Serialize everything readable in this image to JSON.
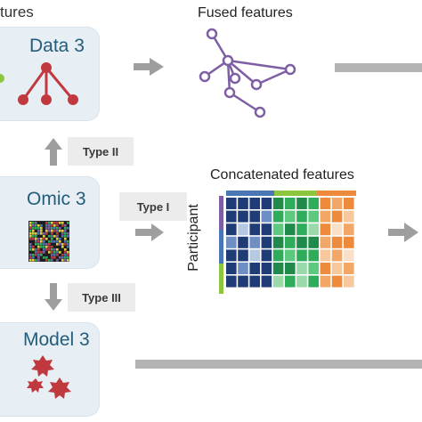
{
  "header_fragment": "tures",
  "fused": {
    "title": "Fused features"
  },
  "concat": {
    "title": "Concatenated features",
    "axis_label": "Participant"
  },
  "boxes": {
    "data": "Data 3",
    "omic": "Omic 3",
    "model": "Model 3"
  },
  "types": {
    "type1": "Type I",
    "type2": "Type II",
    "type3": "Type III"
  },
  "colors": {
    "box_bg": "#e7eef4",
    "box_title": "#255c7a",
    "graph_node": "#c0393f",
    "fused_edge": "#7e5fa4",
    "arrow": "#9e9e9e",
    "bar": "#b3b3b3",
    "block_navy": "#1f3c76",
    "block_green": "#2eac5a",
    "block_orange": "#ee8a3c"
  }
}
